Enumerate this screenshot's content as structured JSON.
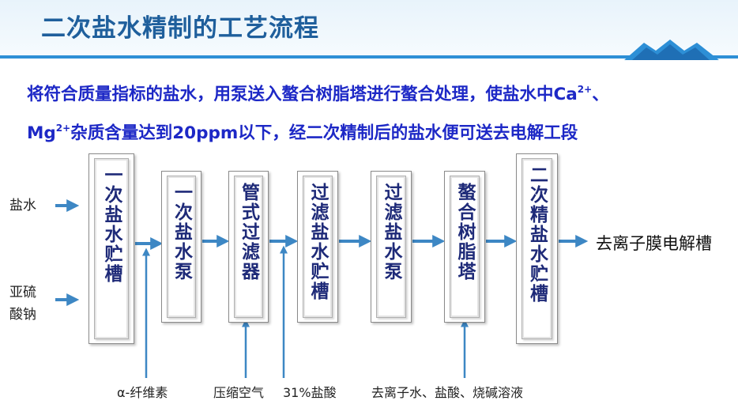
{
  "title": "二次盐水精制的工艺流程",
  "intro": {
    "line1_text": "将符合质量指标的盐水，用泵送入螯合树脂塔进行螯合处理，使盐水中Ca",
    "line1_sup": "2+",
    "line1_end": "、",
    "line2_start": "Mg",
    "line2_sup": "2+",
    "line2_text": "杂质含量达到20ppm以下，经二次精制后的盐水便可送去电解工段"
  },
  "inputs": {
    "brine": "盐水",
    "sulfite_line1": "亚硫",
    "sulfite_line2": "酸钠"
  },
  "steps": [
    {
      "id": "s1",
      "label": "一次盐水贮槽"
    },
    {
      "id": "s2",
      "label": "一次盐水泵"
    },
    {
      "id": "s3",
      "label": "管式过滤器"
    },
    {
      "id": "s4",
      "label": "过滤盐水贮槽"
    },
    {
      "id": "s5",
      "label": "过滤盐水泵"
    },
    {
      "id": "s6",
      "label": "螯合树脂塔"
    },
    {
      "id": "s7",
      "label": "二次精盐水贮槽"
    }
  ],
  "output": "去离子膜电解槽",
  "additives": {
    "fiber": "α-纤维素",
    "air": "压缩空气",
    "acid": "31%盐酸",
    "regen": "去离子水、盐酸、烧碱溶液"
  },
  "colors": {
    "title": "#1f5f9c",
    "intro": "#1d28c6",
    "box_text": "#1e2a78",
    "arrow": "#3d87c4",
    "header_line": "#2d8fd6"
  }
}
